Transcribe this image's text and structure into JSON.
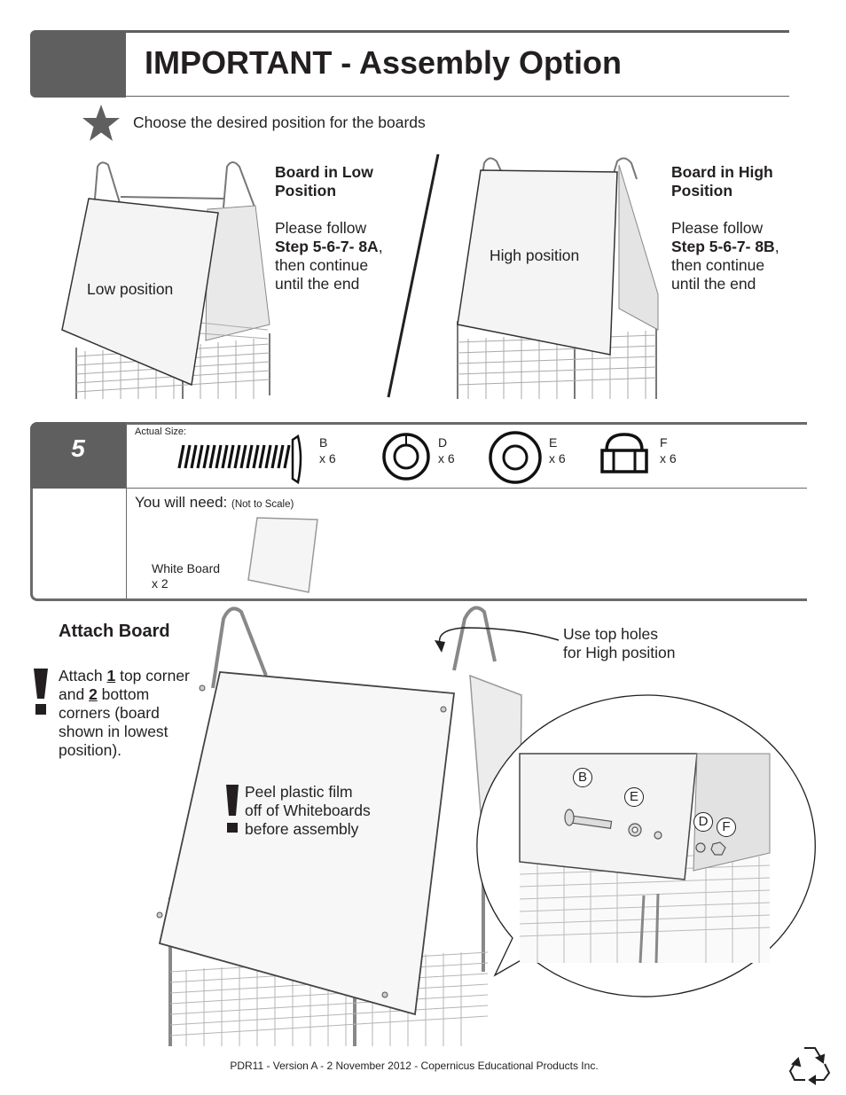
{
  "header": {
    "title": "IMPORTANT - Assembly Option"
  },
  "intro": {
    "text": "Choose the desired position for the boards"
  },
  "options": {
    "low": {
      "heading_line1": "Board in Low",
      "heading_line2": "Position",
      "follow": "Please follow",
      "steps": "Step 5-6-7- 8A",
      "comma": ",",
      "continue1": "then continue",
      "continue2": "until the end",
      "image_label": "Low position"
    },
    "high": {
      "heading_line1": "Board in High",
      "heading_line2": "Position",
      "follow": "Please follow",
      "steps": "Step 5-6-7- 8B",
      "comma": ",",
      "continue1": "then continue",
      "continue2": "until the end",
      "image_label": "High position"
    }
  },
  "step": {
    "number": "5",
    "actual_size": "Actual Size:",
    "parts": [
      {
        "letter": "B",
        "qty": "x 6",
        "icon": "bolt-icon"
      },
      {
        "letter": "D",
        "qty": "x 6",
        "icon": "lock-washer-icon"
      },
      {
        "letter": "E",
        "qty": "x 6",
        "icon": "washer-icon"
      },
      {
        "letter": "F",
        "qty": "x 6",
        "icon": "nut-icon"
      }
    ],
    "you_will_need": "You will need:",
    "not_to_scale": "(Not to Scale)",
    "white_board_label": "White Board",
    "white_board_qty": "x 2"
  },
  "attach": {
    "heading": "Attach Board",
    "t1": "Attach ",
    "n1": "1",
    "t2": " top corner",
    "t3": "and ",
    "n2": "2",
    "t4": " bottom",
    "t5": "corners (board",
    "t6": "shown in lowest",
    "t7": "position).",
    "peel1": "Peel plastic film",
    "peel2": "off of Whiteboards",
    "peel3": "before assembly",
    "holes1": "Use top holes",
    "holes2": "for High position",
    "detail_labels": {
      "b": "B",
      "e": "E",
      "d": "D",
      "f": "F"
    }
  },
  "footer": {
    "text": "PDR11 - Version A - 2 November 2012 - Copernicus Educational Products Inc."
  }
}
